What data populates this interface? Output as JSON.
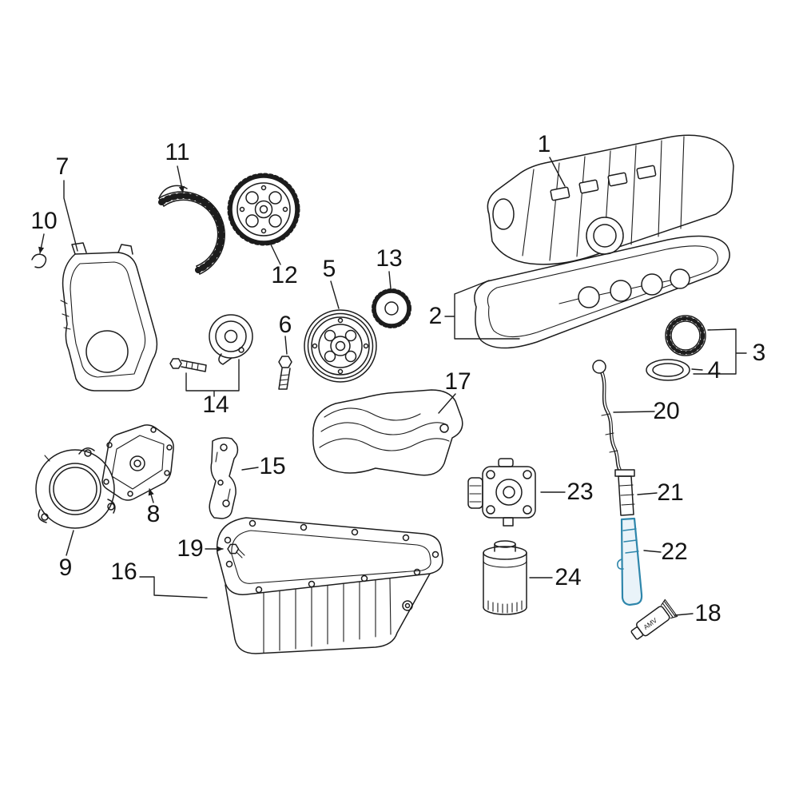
{
  "diagram": {
    "background": "#ffffff",
    "line_color": "#1c1c1c",
    "highlight_color": "#2e86ab",
    "highlight_fill": "#e9f3f9",
    "highlighted_callout": "22",
    "sealant_tube_text": "AMV",
    "callouts": [
      {
        "label": "1",
        "part": "valve-cover"
      },
      {
        "label": "2",
        "part": "valve-cover-gasket"
      },
      {
        "label": "3",
        "part": "oil-filler-cap"
      },
      {
        "label": "4",
        "part": "filler-cap-seal"
      },
      {
        "label": "5",
        "part": "crankshaft-pulley"
      },
      {
        "label": "6",
        "part": "pulley-bolt"
      },
      {
        "label": "7",
        "part": "timing-cover-front"
      },
      {
        "label": "8",
        "part": "timing-cover-rear"
      },
      {
        "label": "9",
        "part": "crankshaft-seal-flange"
      },
      {
        "label": "10",
        "part": "retaining-clip"
      },
      {
        "label": "11",
        "part": "timing-belt"
      },
      {
        "label": "12",
        "part": "camshaft-sprocket"
      },
      {
        "label": "13",
        "part": "crankshaft-sprocket"
      },
      {
        "label": "14",
        "part": "belt-tensioner"
      },
      {
        "label": "15",
        "part": "mounting-bracket"
      },
      {
        "label": "16",
        "part": "oil-pan"
      },
      {
        "label": "17",
        "part": "baffle-plate"
      },
      {
        "label": "18",
        "part": "sealant-tube"
      },
      {
        "label": "19",
        "part": "oil-pan-plug"
      },
      {
        "label": "20",
        "part": "oil-dipstick"
      },
      {
        "label": "21",
        "part": "dipstick-tube-upper"
      },
      {
        "label": "22",
        "part": "dipstick-tube-lower"
      },
      {
        "label": "23",
        "part": "oil-cooler"
      },
      {
        "label": "24",
        "part": "oil-filter"
      }
    ]
  }
}
